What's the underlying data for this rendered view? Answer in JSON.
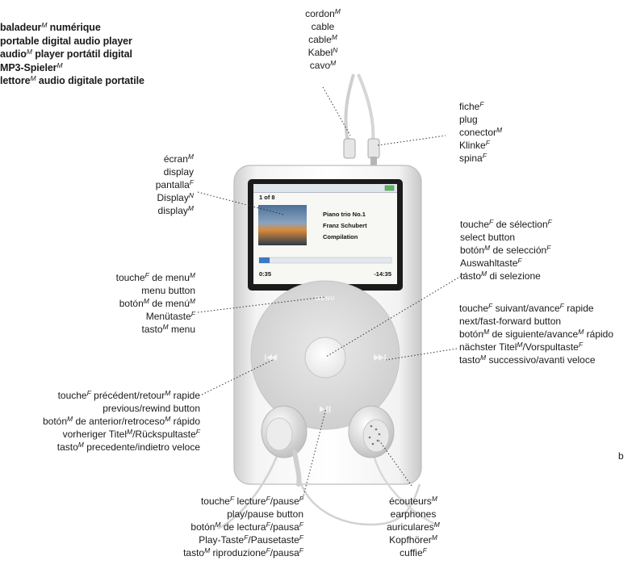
{
  "title": {
    "fr": {
      "term": "baladeur",
      "gender": "M",
      "term2": "numérique"
    },
    "en": "portable digital audio player",
    "es": {
      "term": "audio",
      "gender": "M",
      "rest": "player portátil digital"
    },
    "de": {
      "term": "MP3-Spieler",
      "gender": "M"
    },
    "it": {
      "term": "lettore",
      "gender": "M",
      "rest": "audio digitale portatile"
    }
  },
  "screen": {
    "track_counter": "1 of 8",
    "song": "Piano trio No.1",
    "artist": "Franz Schubert",
    "album": "Compilation",
    "elapsed": "0:35",
    "remaining": "-14:35",
    "progress": 0.08,
    "menu_text": "MENU"
  },
  "labels": {
    "cord": {
      "fr": "cordon",
      "fr_g": "M",
      "en": "cable",
      "es": "cable",
      "es_g": "M",
      "de": "Kabel",
      "de_g": "N",
      "it": "cavo",
      "it_g": "M"
    },
    "plug": {
      "fr": "fiche",
      "fr_g": "F",
      "en": "plug",
      "es": "conector",
      "es_g": "M",
      "de": "Klinke",
      "de_g": "F",
      "it": "spina",
      "it_g": "F"
    },
    "display": {
      "fr": "écran",
      "fr_g": "M",
      "en": "display",
      "es": "pantalla",
      "es_g": "F",
      "de": "Display",
      "de_g": "N",
      "it": "display",
      "it_g": "M"
    },
    "select": {
      "fr_a": "touche",
      "fr_a_g": "F",
      "fr_b": "de sélection",
      "fr_b_g": "F",
      "en": "select button",
      "es_a": "botón",
      "es_a_g": "M",
      "es_b": "de selección",
      "es_b_g": "F",
      "de": "Auswahltaste",
      "de_g": "F",
      "it_a": "tasto",
      "it_a_g": "M",
      "it_b": "di selezione"
    },
    "menu": {
      "fr_a": "touche",
      "fr_a_g": "F",
      "fr_b": "de menu",
      "fr_b_g": "M",
      "en": "menu button",
      "es_a": "botón",
      "es_a_g": "M",
      "es_b": "de menú",
      "es_b_g": "M",
      "de": "Menütaste",
      "de_g": "F",
      "it_a": "tasto",
      "it_a_g": "M",
      "it_b": "menu"
    },
    "next": {
      "fr_a": "touche",
      "fr_a_g": "F",
      "fr_b": "suivant/avance",
      "fr_b_g": "F",
      "fr_c": "rapide",
      "en": "next/fast-forward button",
      "es_a": "botón",
      "es_a_g": "M",
      "es_b": "de siguiente/avance",
      "es_b_g": "M",
      "es_c": "rápido",
      "de_a": "nächster Titel",
      "de_a_g": "M",
      "de_b": "/Vorspultaste",
      "de_b_g": "F",
      "it_a": "tasto",
      "it_a_g": "M",
      "it_b": "successivo/avanti veloce"
    },
    "prev": {
      "fr_a": "touche",
      "fr_a_g": "F",
      "fr_b": "précédent/retour",
      "fr_b_g": "M",
      "fr_c": "rapide",
      "en": "previous/rewind button",
      "es_a": "botón",
      "es_a_g": "M",
      "es_b": "de anterior/retroceso",
      "es_b_g": "M",
      "es_c": "rápido",
      "de_a": "vorheriger Titel",
      "de_a_g": "M",
      "de_b": "/Rückspultaste",
      "de_b_g": "F",
      "it_a": "tasto",
      "it_a_g": "M",
      "it_b": "precedente/indietro veloce"
    },
    "play": {
      "fr_a": "touche",
      "fr_a_g": "F",
      "fr_b": "lecture",
      "fr_b_g": "F",
      "fr_c": "/pause",
      "fr_c_g": "F",
      "en": "play/pause button",
      "es_a": "botón",
      "es_a_g": "M",
      "es_b": "de lectura",
      "es_b_g": "F",
      "es_c": "/pausa",
      "es_c_g": "F",
      "de_a": "Play-Taste",
      "de_a_g": "F",
      "de_b": "/Pausetaste",
      "de_b_g": "F",
      "it_a": "tasto",
      "it_a_g": "M",
      "it_b": "riproduzione",
      "it_b_g": "F",
      "it_c": "/pausa",
      "it_c_g": "F"
    },
    "earphones": {
      "fr": "écouteurs",
      "fr_g": "M",
      "en": "earphones",
      "es": "auriculares",
      "es_g": "M",
      "de": "Kopfhörer",
      "de_g": "M",
      "it": "cuffie",
      "it_g": "F"
    }
  },
  "page_letter": "b"
}
